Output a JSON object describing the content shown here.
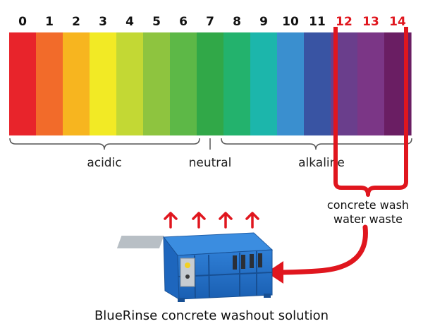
{
  "scale": {
    "numbers": [
      "0",
      "1",
      "2",
      "3",
      "4",
      "5",
      "6",
      "7",
      "8",
      "9",
      "10",
      "11",
      "12",
      "13",
      "14"
    ],
    "colors": [
      "#e8242b",
      "#f26b2a",
      "#f7b51f",
      "#f2ea25",
      "#c3d834",
      "#8ec43f",
      "#5db847",
      "#31a848",
      "#23b26d",
      "#1cb6ab",
      "#3a8fcf",
      "#3954a3",
      "#6a3e8c",
      "#7b3686",
      "#6a1e63"
    ],
    "number_color": "#111111",
    "highlight_color": "#e0161e",
    "highlight_from": 12
  },
  "labels": {
    "acidic": "acidic",
    "neutral": "neutral",
    "alkaline": "alkaline"
  },
  "callout": {
    "line1": "concrete wash",
    "line2": "water waste"
  },
  "caption": "BlueRinse concrete washout solution",
  "product_label": "BlueRinse"
}
